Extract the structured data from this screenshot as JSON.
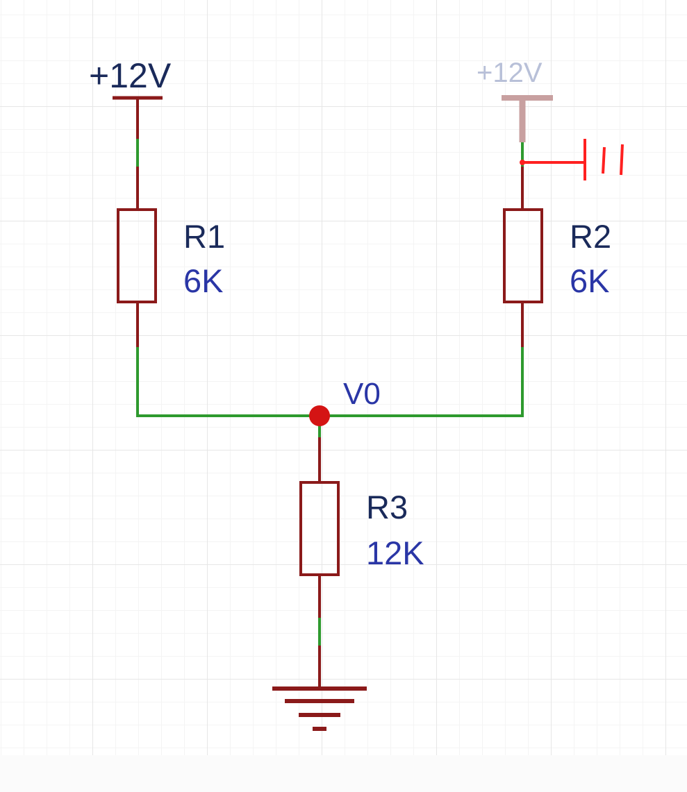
{
  "supply_left": {
    "label": "+12V"
  },
  "supply_right": {
    "label": "+12V"
  },
  "resistors": [
    {
      "name": "R1",
      "value": "6K"
    },
    {
      "name": "R2",
      "value": "6K"
    },
    {
      "name": "R3",
      "value": "12K"
    }
  ],
  "node": {
    "label": "V0"
  },
  "colors": {
    "component": "#8b1a1a",
    "wire": "#2e9a2e",
    "junction": "#d41414",
    "annotation": "#ff2020",
    "label_name": "#1a2a5a",
    "label_value": "#2a36a6"
  }
}
